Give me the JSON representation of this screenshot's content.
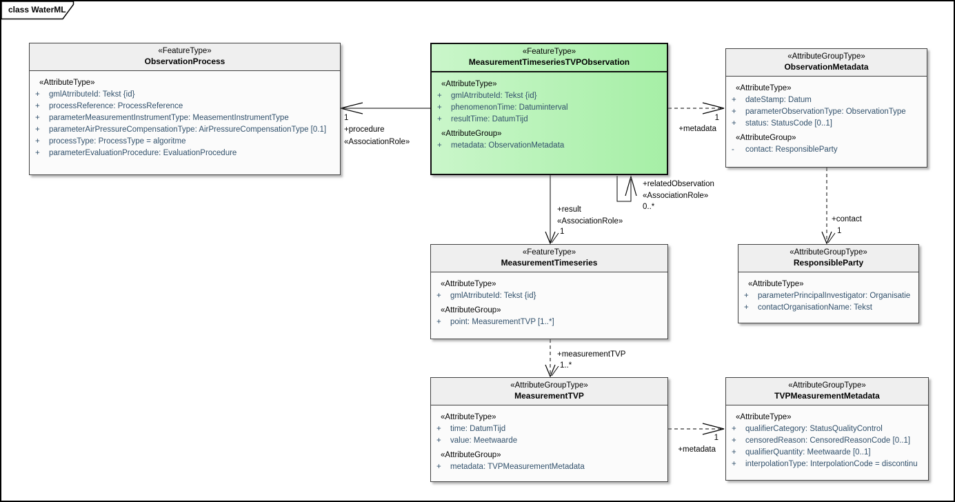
{
  "diagram": {
    "tab_label": "class WaterML"
  },
  "colors": {
    "highlight_fill": "#a6efa6",
    "header_fill": "#efefef",
    "attribute_text": "#31506b",
    "line_color": "#000000"
  },
  "classes": [
    {
      "id": "observation-process",
      "stereotype": "«FeatureType»",
      "name": "ObservationProcess",
      "rows": [
        {
          "kind": "stereo",
          "text": "«AttributeType»"
        },
        {
          "kind": "attr",
          "vis": "+",
          "text": "gmlAtrributeId: Tekst {id}"
        },
        {
          "kind": "attr",
          "vis": "+",
          "text": "processReference: ProcessReference"
        },
        {
          "kind": "attr",
          "vis": "+",
          "text": "parameterMeasurementInstrumentType: MeasementInstrumentType"
        },
        {
          "kind": "attr",
          "vis": "+",
          "text": "parameterAirPressureCompensationType: AirPressureCompensationType [0.1]"
        },
        {
          "kind": "attr",
          "vis": "+",
          "text": "processType: ProcessType = algoritme"
        },
        {
          "kind": "attr",
          "vis": "+",
          "text": "parameterEvaluationProcedure: EvaluationProcedure"
        }
      ]
    },
    {
      "id": "measurement-timeseries-tvp-observation",
      "stereotype": "«FeatureType»",
      "name": "MeasurementTimeseriesTVPObservation",
      "rows": [
        {
          "kind": "stereo",
          "text": "«AttributeType»"
        },
        {
          "kind": "attr",
          "vis": "+",
          "text": "gmlAtrributeId: Tekst {id}"
        },
        {
          "kind": "attr",
          "vis": "+",
          "text": "phenomenonTime: Datuminterval"
        },
        {
          "kind": "attr",
          "vis": "+",
          "text": "resultTime: DatumTijd"
        },
        {
          "kind": "stereo",
          "text": "«AttributeGroup»"
        },
        {
          "kind": "attr",
          "vis": "+",
          "text": "metadata: ObservationMetadata"
        }
      ]
    },
    {
      "id": "observation-metadata",
      "stereotype": "«AttributeGroupType»",
      "name": "ObservationMetadata",
      "rows": [
        {
          "kind": "stereo",
          "text": "«AttributeType»"
        },
        {
          "kind": "attr",
          "vis": "+",
          "text": "dateStamp: Datum"
        },
        {
          "kind": "attr",
          "vis": "+",
          "text": "parameterObservationType: ObservationType"
        },
        {
          "kind": "attr",
          "vis": "+",
          "text": "status: StatusCode [0..1]"
        },
        {
          "kind": "stereo",
          "text": "«AttributeGroup»"
        },
        {
          "kind": "attr",
          "vis": "-",
          "text": "contact: ResponsibleParty"
        }
      ]
    },
    {
      "id": "measurement-timeseries",
      "stereotype": "«FeatureType»",
      "name": "MeasurementTimeseries",
      "rows": [
        {
          "kind": "stereo",
          "text": "«AttributeType»"
        },
        {
          "kind": "attr",
          "vis": "+",
          "text": "gmlAtrributeId: Tekst {id}"
        },
        {
          "kind": "stereo",
          "text": "«AttributeGroup»"
        },
        {
          "kind": "attr",
          "vis": "+",
          "text": "point: MeasurementTVP [1..*]"
        }
      ]
    },
    {
      "id": "responsible-party",
      "stereotype": "«AttributeGroupType»",
      "name": "ResponsibleParty",
      "rows": [
        {
          "kind": "stereo",
          "text": "«AttributeType»"
        },
        {
          "kind": "attr",
          "vis": "+",
          "text": "parameterPrincipalInvestigator: Organisatie"
        },
        {
          "kind": "attr",
          "vis": "+",
          "text": "contactOrganisationName: Tekst"
        }
      ]
    },
    {
      "id": "measurement-tvp",
      "stereotype": "«AttributeGroupType»",
      "name": "MeasurementTVP",
      "rows": [
        {
          "kind": "stereo",
          "text": "«AttributeType»"
        },
        {
          "kind": "attr",
          "vis": "+",
          "text": "time: DatumTijd"
        },
        {
          "kind": "attr",
          "vis": "+",
          "text": "value: Meetwaarde"
        },
        {
          "kind": "stereo",
          "text": "«AttributeGroup»"
        },
        {
          "kind": "attr",
          "vis": "+",
          "text": "metadata: TVPMeasurementMetadata"
        }
      ]
    },
    {
      "id": "tvp-measurement-metadata",
      "stereotype": "«AttributeGroupType»",
      "name": "TVPMeasurementMetadata",
      "rows": [
        {
          "kind": "stereo",
          "text": "«AttributeType»"
        },
        {
          "kind": "attr",
          "vis": "+",
          "text": "qualifierCategory: StatusQualityControl"
        },
        {
          "kind": "attr",
          "vis": "+",
          "text": "censoredReason: CensoredReasonCode [0..1]"
        },
        {
          "kind": "attr",
          "vis": "+",
          "text": "qualifierQuantity: Meetwaarde [0..1]"
        },
        {
          "kind": "attr",
          "vis": "+",
          "text": "interpolationType: InterpolationCode = discontinu"
        }
      ]
    }
  ],
  "connectors": {
    "procedure": {
      "mult": "1",
      "role": "+procedure",
      "stereo": "«AssociationRole»"
    },
    "metadata_top": {
      "mult": "1",
      "role": "+metadata"
    },
    "result": {
      "mult": "1",
      "role": "+result",
      "stereo": "«AssociationRole»"
    },
    "related": {
      "mult": "0..*",
      "role": "+relatedObservation",
      "stereo": "«AssociationRole»"
    },
    "contact": {
      "mult": "1",
      "role": "+contact"
    },
    "measurement_tvp": {
      "mult": "1..*",
      "role": "+measurementTVP"
    },
    "metadata_bottom": {
      "mult": "1",
      "role": "+metadata"
    }
  }
}
